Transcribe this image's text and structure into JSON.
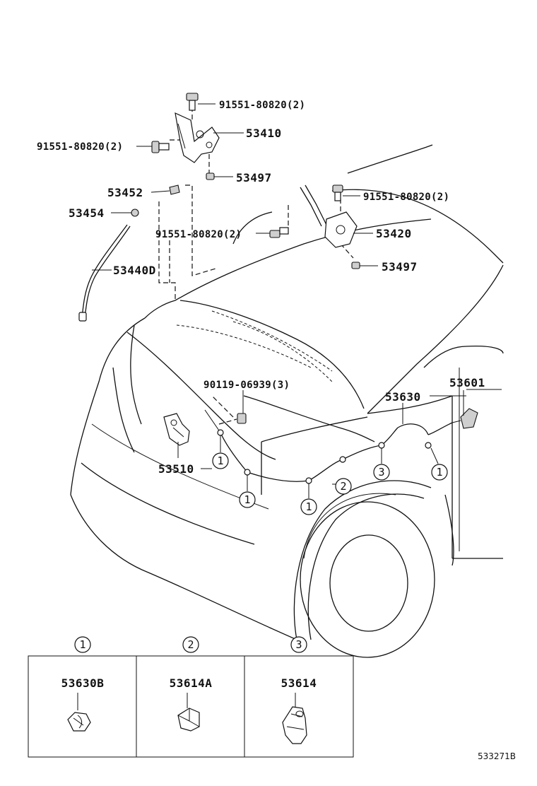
{
  "diagram": {
    "callouts": {
      "bolt_top": "91551-80820(2)",
      "bolt_left": "91551-80820(2)",
      "hinge_lh": "53410",
      "nut_lh": "53497",
      "cushion": "53452",
      "grommet": "53454",
      "stay": "53440D",
      "bolt_center": "91551-80820(2)",
      "bolt_right": "91551-80820(2)",
      "hinge_rh": "53420",
      "nut_rh": "53497",
      "screw": "90119-06939(3)",
      "cable": "53630",
      "lever": "53601",
      "lock": "53510"
    },
    "clamp_markers": [
      "1",
      "1",
      "1",
      "2",
      "3",
      "1"
    ],
    "legend": {
      "cells": [
        {
          "marker": "1",
          "part_no": "53630B"
        },
        {
          "marker": "2",
          "part_no": "53614A"
        },
        {
          "marker": "3",
          "part_no": "53614"
        }
      ]
    },
    "reference_code": "533271B"
  }
}
